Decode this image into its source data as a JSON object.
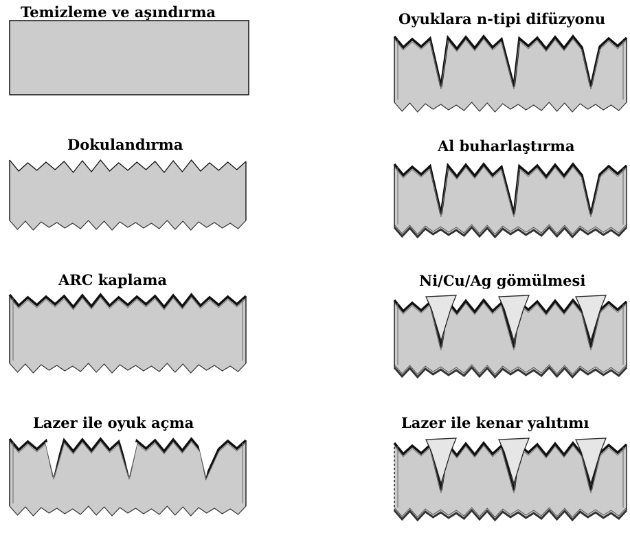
{
  "colors": {
    "wafer_fill": "#cccccc",
    "outline": "#111111",
    "arc_layer": "#333333",
    "background": "#ffffff"
  },
  "steps": [
    {
      "title": "Temizleme ve aşındırma"
    },
    {
      "title": "Dokulandırma"
    },
    {
      "title": "ARC kaplama"
    },
    {
      "title": "Lazer ile oyuk açma"
    },
    {
      "title": "Oyuklara n-tipi difüzyonu"
    },
    {
      "title": "Al buharlaştırma"
    },
    {
      "title": "Ni/Cu/Ag gömülmesi"
    },
    {
      "title": "Lazer ile kenar yalıtımı"
    }
  ]
}
